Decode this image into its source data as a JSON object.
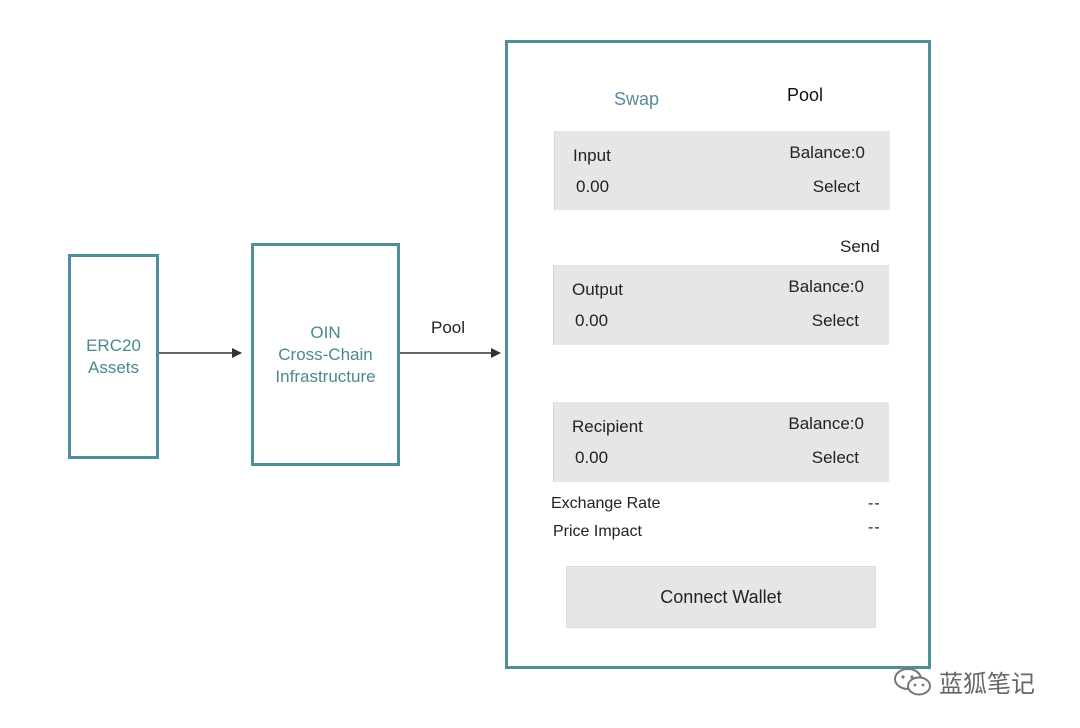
{
  "left_nodes": {
    "erc20": {
      "line1": "ERC20",
      "line2": "Assets"
    },
    "oin": {
      "line1": "OIN",
      "line2": "Cross-Chain",
      "line3": "Infrastructure"
    }
  },
  "edge_label": "Pool",
  "panel": {
    "tabs": {
      "swap": "Swap",
      "pool": "Pool"
    },
    "input": {
      "label": "Input",
      "balance": "Balance:0",
      "value": "0.00",
      "select": "Select"
    },
    "send_label": "Send",
    "output": {
      "label": "Output",
      "balance": "Balance:0",
      "value": "0.00",
      "select": "Select"
    },
    "recipient": {
      "label": "Recipient",
      "balance": "Balance:0",
      "value": "0.00",
      "select": "Select"
    },
    "exchange_rate": {
      "label": "Exchange Rate",
      "value": "--"
    },
    "price_impact": {
      "label": "Price Impact",
      "value": "--"
    },
    "connect_button": "Connect Wallet"
  },
  "watermark": "蓝狐笔记",
  "colors": {
    "box_border": "#4f8f99",
    "box_text": "#4d8791",
    "field_bg": "#e6e6e6",
    "arrow": "#333333"
  }
}
